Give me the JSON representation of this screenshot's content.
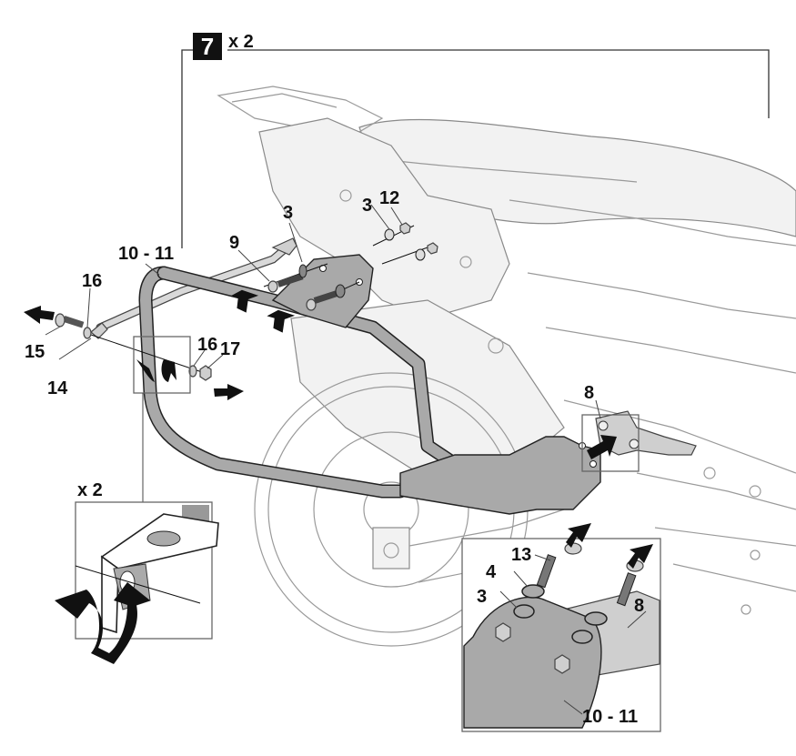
{
  "step": {
    "number": "7",
    "multiplier": "x 2"
  },
  "detail_left": {
    "multiplier": "x 2"
  },
  "labels": {
    "l3_top_left": "3",
    "l3_top_right": "3",
    "l12": "12",
    "l9": "9",
    "l10_11_main": "10 - 11",
    "l16_left": "16",
    "l15": "15",
    "l14": "14",
    "l16_right": "16",
    "l17": "17",
    "l8_main": "8",
    "l13": "13",
    "l4": "4",
    "l3_inset": "3",
    "l8_inset": "8",
    "l10_11_inset": "10 - 11"
  },
  "colors": {
    "part_fill": "#a9a9a9",
    "motorcycle_line": "#9a9a9a",
    "badge": "#111111"
  }
}
